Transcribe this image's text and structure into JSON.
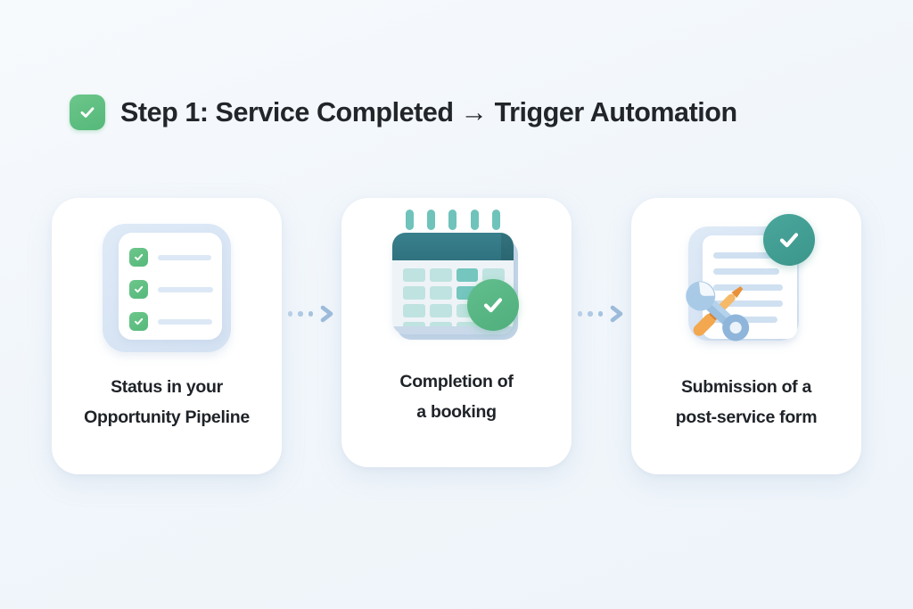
{
  "theme": {
    "background": "#f1f6fb",
    "card_background": "#ffffff",
    "title_color": "#22262b",
    "badge_green": "#55b87a",
    "check_green": "#4fae7c",
    "check_teal": "#3b958b",
    "calendar_header_teal": "#30727f",
    "calendar_cell": "#bfe3e0",
    "calendar_cell_highlight": "#74c6bf",
    "connector_blue": "#a6c2df",
    "line_blue": "#cfe0f1",
    "wrench_blue": "#8cb4d8",
    "screwdriver_orange": "#f0a24a"
  },
  "header": {
    "badge_icon": "check-icon",
    "title": "Step 1: Service Completed → Trigger Automation"
  },
  "flow": {
    "cards": [
      {
        "id": "opportunity-pipeline",
        "icon": "checklist-icon",
        "label_line1": "Status in your",
        "label_line2": "Opportunity Pipeline"
      },
      {
        "id": "booking-completion",
        "icon": "calendar-check-icon",
        "label_line1": "Completion of",
        "label_line2": "a booking"
      },
      {
        "id": "post-service-form",
        "icon": "form-tools-check-icon",
        "label_line1": "Submission of a",
        "label_line2": "post-service form"
      }
    ],
    "connectors": [
      {
        "id": "connector-1",
        "icon": "dotted-arrow-right-icon",
        "dots": 3
      },
      {
        "id": "connector-2",
        "icon": "dotted-arrow-right-icon",
        "dots": 3
      }
    ]
  }
}
